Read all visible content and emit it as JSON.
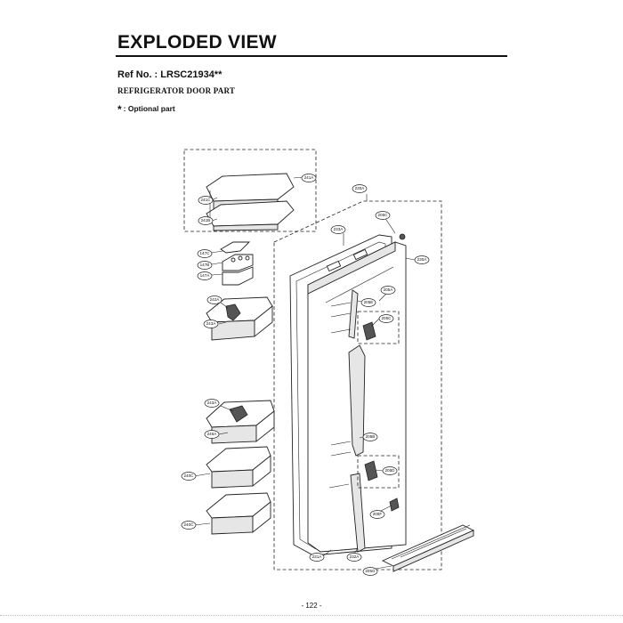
{
  "header": {
    "title": "EXPLODED VIEW",
    "ref_no": "Ref No. : LRSC21934**",
    "part_title": "REFRIGERATOR DOOR PART",
    "optional_star": "*",
    "optional_note": ": Optional part"
  },
  "footer": {
    "page_number": "- 122 -"
  },
  "callouts": {
    "c241A": "241A",
    "c241C": "241C",
    "c241B": "241B",
    "c230A": "230A",
    "c233A": "233A",
    "c205C": "205C",
    "c147C": "147C",
    "c147B": "147B",
    "c147A": "147A",
    "c230A_2": "230A",
    "c242A": "242A",
    "c243A": "243A",
    "c205A": "205A",
    "c205E": "205E",
    "c205C_2": "205C",
    "c243A_2": "243A",
    "c246A": "246A",
    "c205B": "205B",
    "c205D": "205D",
    "c240C": "240C",
    "c240C_2": "240C",
    "c205F": "205F",
    "c231A": "231A",
    "c232A": "232A",
    "c205G": "205G"
  }
}
